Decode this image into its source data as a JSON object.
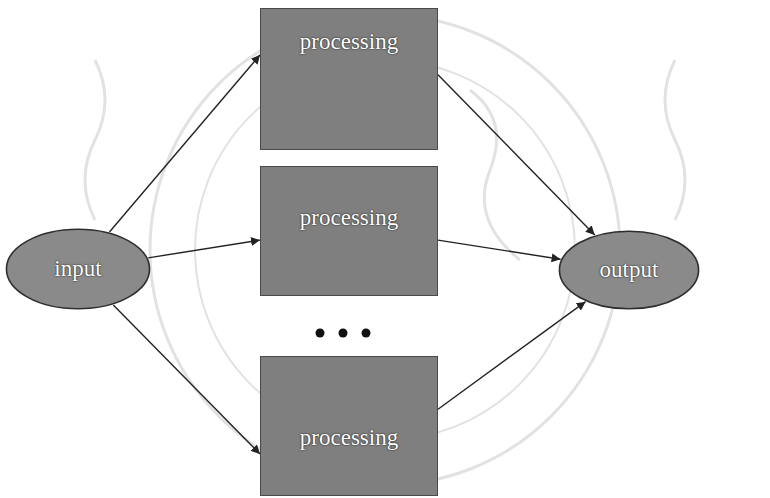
{
  "diagram": {
    "nodes": [
      {
        "text": [
          "input"
        ]
      },
      {
        "text": [
          "processing"
        ]
      },
      {
        "text": [
          "processing"
        ]
      },
      {
        "text": [
          "processing"
        ]
      },
      {
        "text": [
          "output"
        ]
      }
    ],
    "edges": [
      {
        "from": 0,
        "to": 1,
        "arrow": "to"
      },
      {
        "from": 0,
        "to": 2,
        "arrow": "to"
      },
      {
        "from": 0,
        "to": 3,
        "arrow": "to"
      },
      {
        "from": 1,
        "to": 4,
        "arrow": "to"
      },
      {
        "from": 2,
        "to": 4,
        "arrow": "to"
      },
      {
        "from": 3,
        "to": 4,
        "arrow": "to"
      }
    ]
  }
}
